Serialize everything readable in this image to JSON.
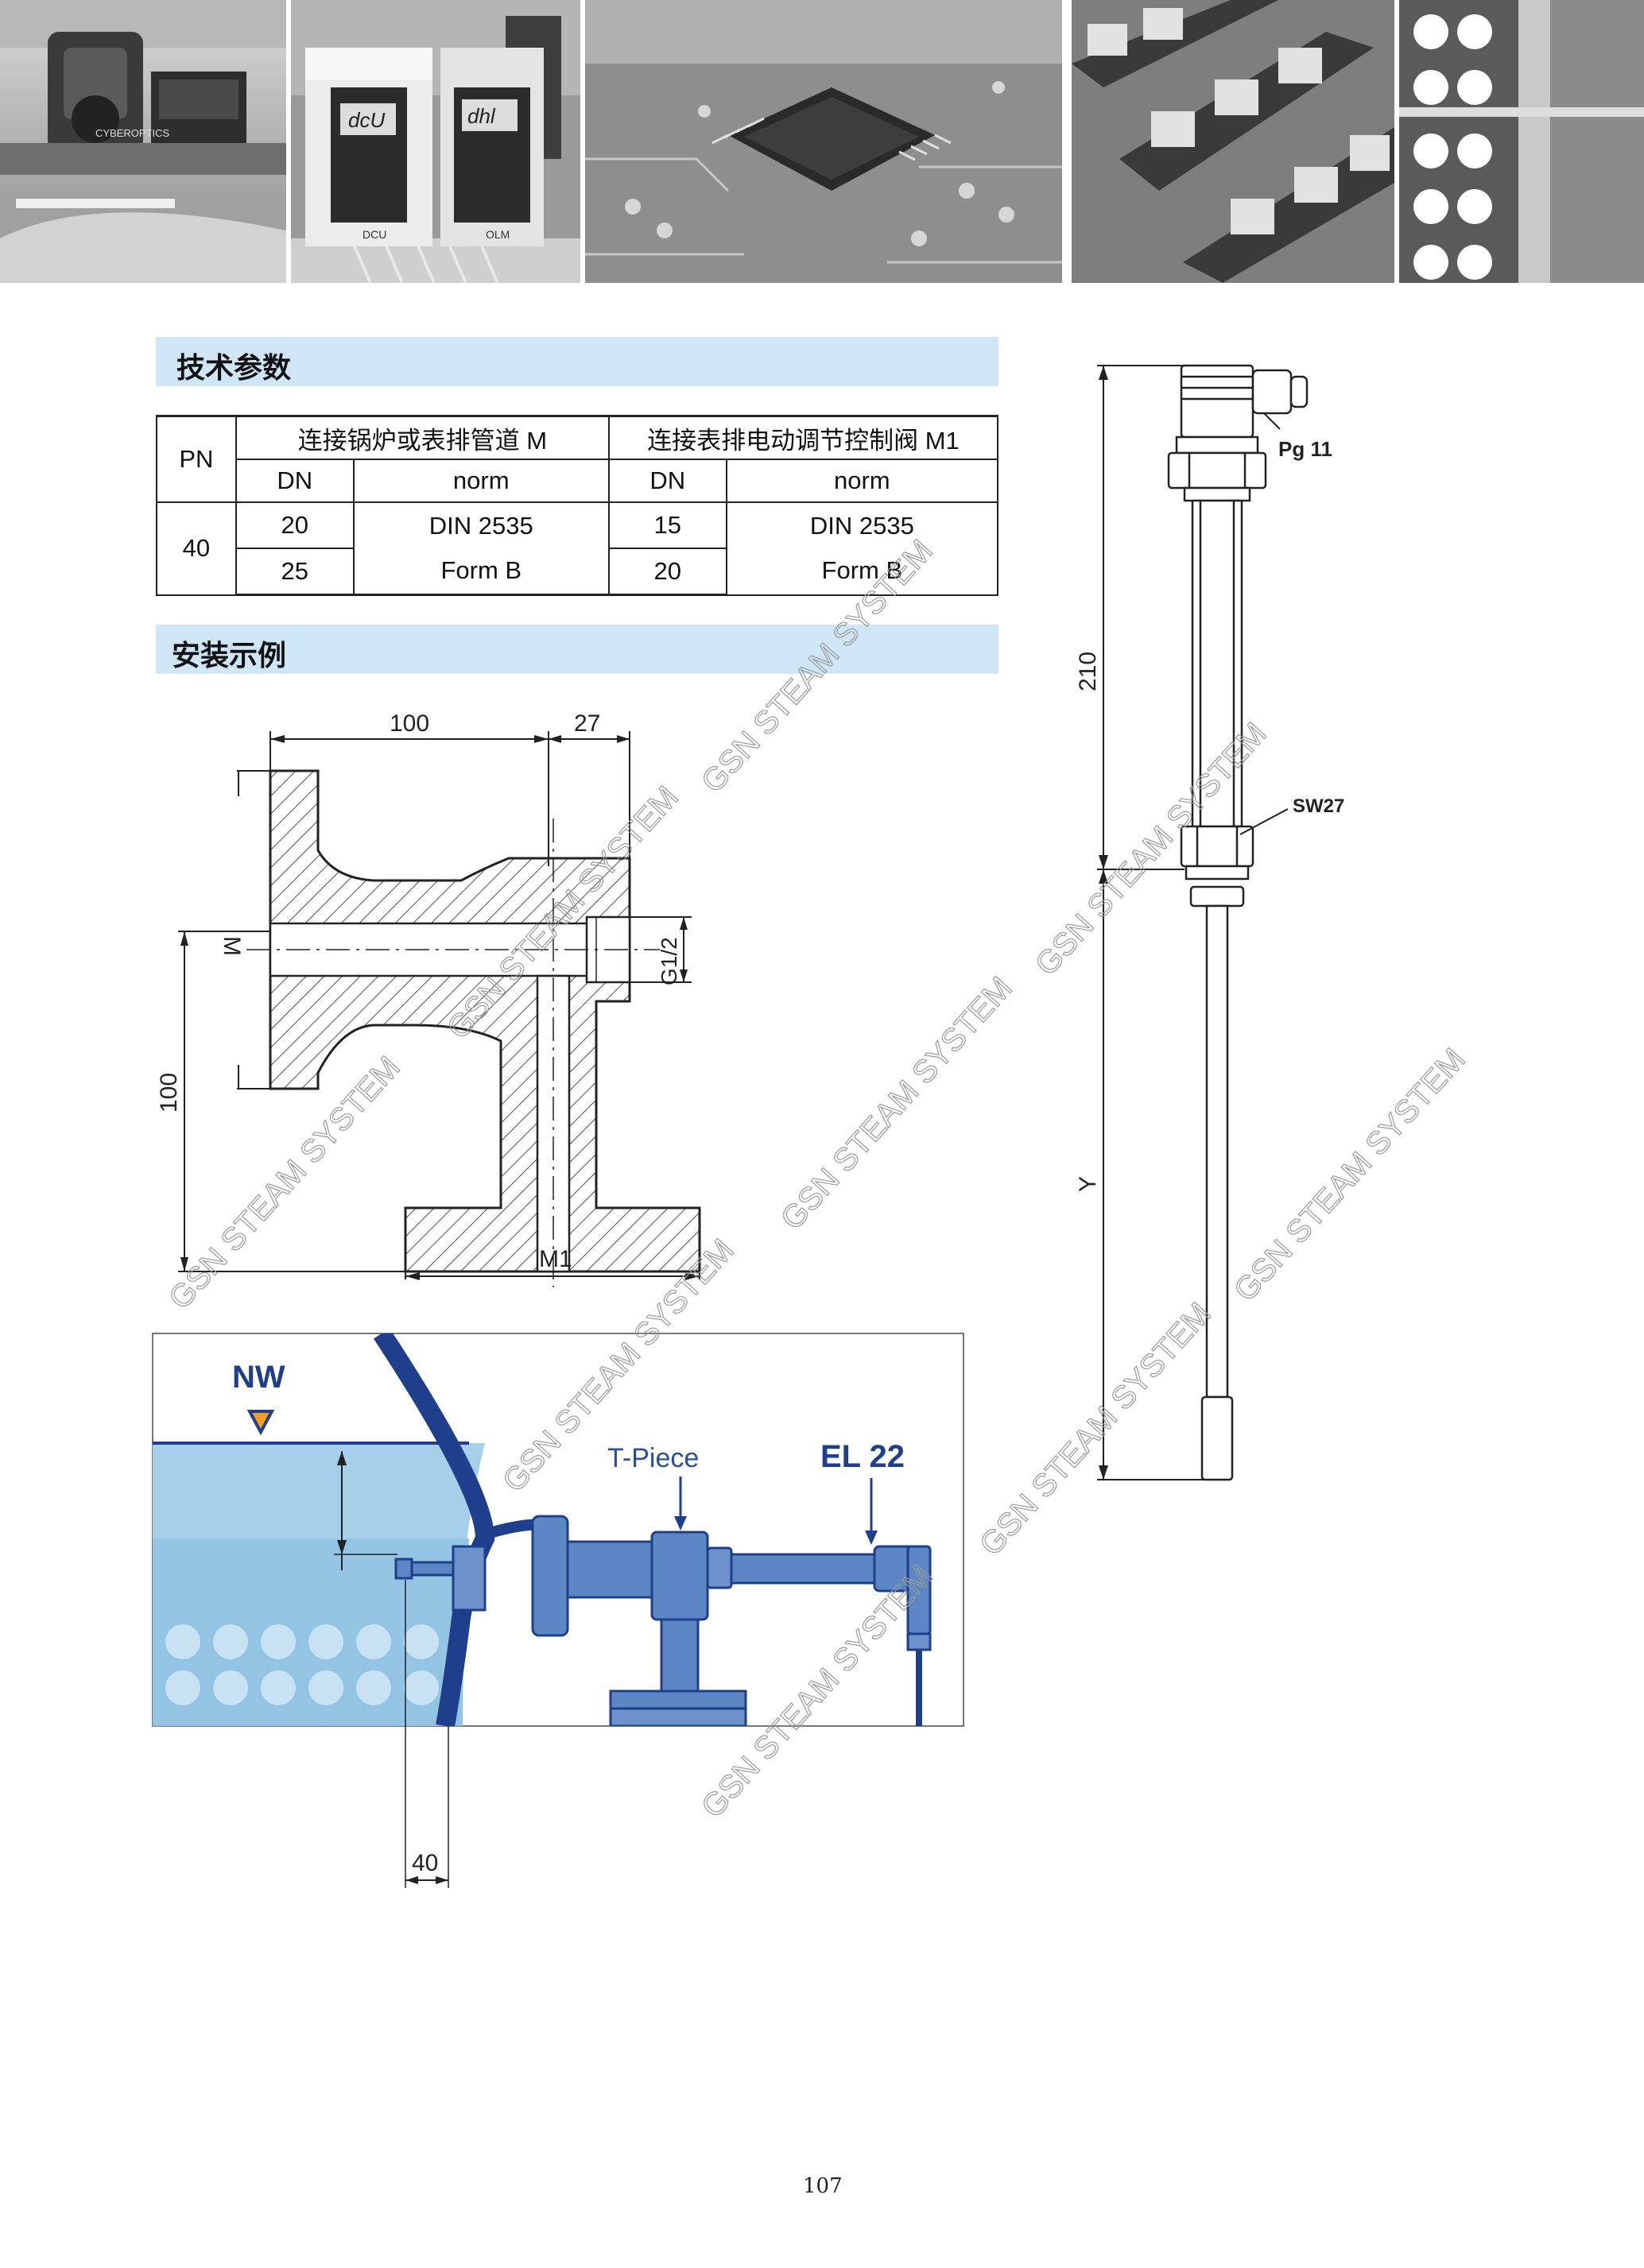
{
  "banner": {
    "photos": [
      "sensor-camera-photo",
      "control-units-photo",
      "circuit-chip-photo",
      "circuit-boards-photo",
      "led-panel-photo"
    ],
    "dcu_label": "dcU",
    "dhi_label": "dhl",
    "dcu_caption": "DCU",
    "olm_caption": "OLM",
    "brand_text": "CYBEROPTICS"
  },
  "section1": {
    "title": "技术参数"
  },
  "table": {
    "pn_header": "PN",
    "group_m": "连接锅炉或表排管道 M",
    "group_m1": "连接表排电动调节控制阀 M1",
    "dn": "DN",
    "norm": "norm",
    "pn_value": "40",
    "m_dn_1": "20",
    "m_dn_2": "25",
    "m_norm_1": "DIN 2535",
    "m_norm_2": "Form B",
    "m1_dn_1": "15",
    "m1_dn_2": "20",
    "m1_norm_1": "DIN 2535",
    "m1_norm_2": "Form B"
  },
  "section2": {
    "title": "安装示例"
  },
  "drawing_tpiece": {
    "dim_top_left": "100",
    "dim_top_right": "27",
    "label_m": "M",
    "label_thread": "G1/2",
    "dim_vertical": "100",
    "label_m1": "M1"
  },
  "install_diagram": {
    "label_nw": "NW",
    "label_tpiece": "T-Piece",
    "label_el22": "EL 22",
    "dim_bottom": "40"
  },
  "electrode_drawing": {
    "label_pg": "Pg 11",
    "dim_210": "210",
    "label_sw": "SW27",
    "label_y": "Y"
  },
  "watermark": "GSN STEAM SYSTEM",
  "page_number": "107",
  "colors": {
    "section_bg": "#cfe6f7",
    "navy": "#1f3f8c",
    "water": "#9ccbe8",
    "pipe": "#5c86c4",
    "orange": "#f0a020"
  }
}
